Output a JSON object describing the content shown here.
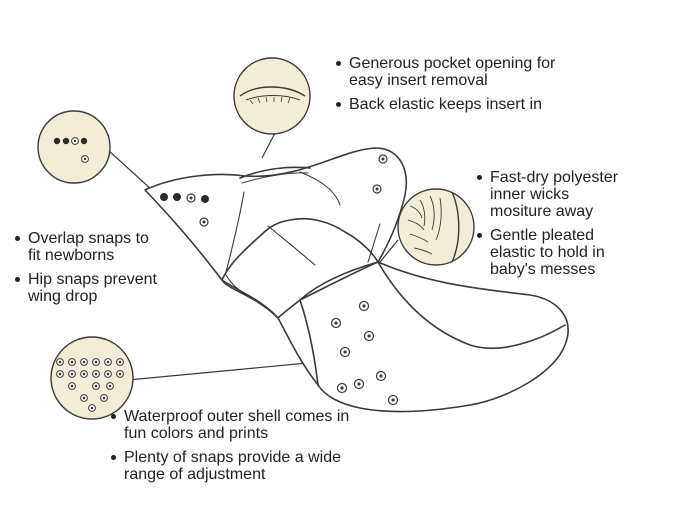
{
  "colors": {
    "line": "#3a3a3a",
    "callout_fill": "#f3ecd6",
    "text": "#222222",
    "snap_dark": "#2a2a2a",
    "background": "#ffffff"
  },
  "callouts": {
    "top_right": [
      {
        "lines": [
          "Generous pocket opening for",
          "easy insert removal"
        ]
      },
      {
        "lines": [
          "Back elastic keeps insert in"
        ]
      }
    ],
    "right": [
      {
        "lines": [
          "Fast-dry polyester",
          "inner wicks",
          "mositure away"
        ]
      },
      {
        "lines": [
          "Gentle pleated",
          "elastic to hold in",
          "baby's messes"
        ]
      }
    ],
    "left": [
      {
        "lines": [
          "Overlap snaps to",
          "fit newborns"
        ]
      },
      {
        "lines": [
          "Hip snaps prevent",
          "wing drop"
        ]
      }
    ],
    "bottom": [
      {
        "lines": [
          "Waterproof outer shell comes in",
          "fun colors and prints"
        ]
      },
      {
        "lines": [
          "Plenty of snaps provide a wide",
          "range of adjustment"
        ]
      }
    ]
  }
}
